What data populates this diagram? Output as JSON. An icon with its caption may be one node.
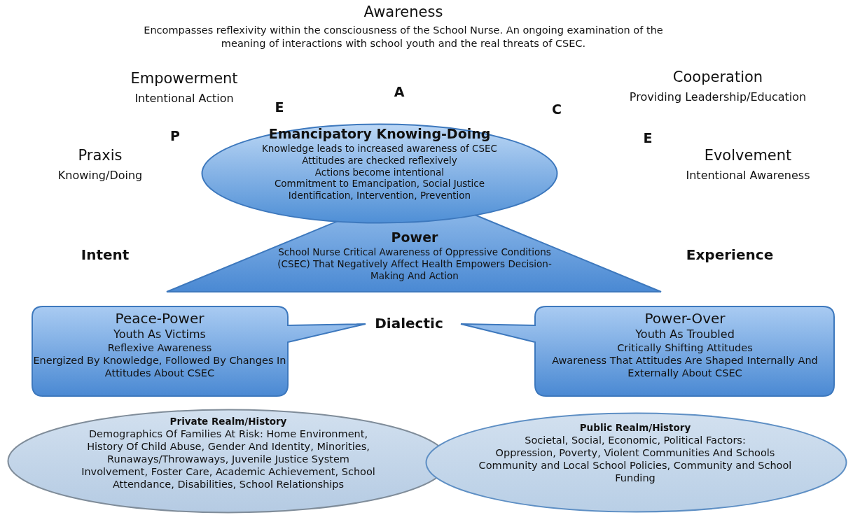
{
  "diagram": {
    "nodes": [
      {
        "text": [
          "Emancipatory Knowing-Doing",
          "Knowledge leads to increased awareness of CSEC",
          "Attitudes are checked reflexively",
          "Actions become intentional",
          "Commitment to Emancipation, Social Justice",
          "Identification, Intervention, Prevention"
        ]
      },
      {
        "text": [
          "Power",
          "School Nurse Critical Awareness of Oppressive Conditions (CSEC) That Negatively Affect Health Empowers Decision-Making And Action"
        ]
      },
      {
        "text": [
          "Peace-Power",
          "Youth As Victims",
          "Reflexive Awareness",
          "Energized By Knowledge, Followed By Changes In Attitudes About CSEC"
        ]
      },
      {
        "text": [
          "Power-Over",
          "Youth As Troubled",
          "Critically Shifting Attitudes",
          "Awareness That Attitudes Are Shaped Internally And Externally About CSEC"
        ]
      },
      {
        "text": [
          "Private Realm/History",
          "Demographics Of Families At Risk: Home Environment, History Of Child Abuse, Gender And Identity, Minorities, Runaways/Throwaways, Juvenile Justice System Involvement, Foster Care, Academic Achievement, School Attendance, Disabilities, School Relationships"
        ]
      },
      {
        "text": [
          "Public Realm/History",
          "Societal, Social, Economic, Political Factors:",
          "Oppression, Poverty, Violent Communities And Schools",
          "Community and  Local School Policies, Community and School Funding"
        ]
      }
    ],
    "edges": [],
    "labels": [
      "Awareness",
      "Encompasses reflexivity within the consciousness of the School Nurse. An ongoing examination of the meaning of interactions with school youth and the real threats of CSEC.",
      "Empowerment",
      "Intentional Action",
      "Cooperation",
      "Providing Leadership/Education",
      "A",
      "E",
      "C",
      "P",
      "E",
      "Praxis",
      "Knowing/Doing",
      "Evolvement",
      "Intentional Awareness",
      "Intent",
      "Experience",
      "Dialectic"
    ]
  }
}
